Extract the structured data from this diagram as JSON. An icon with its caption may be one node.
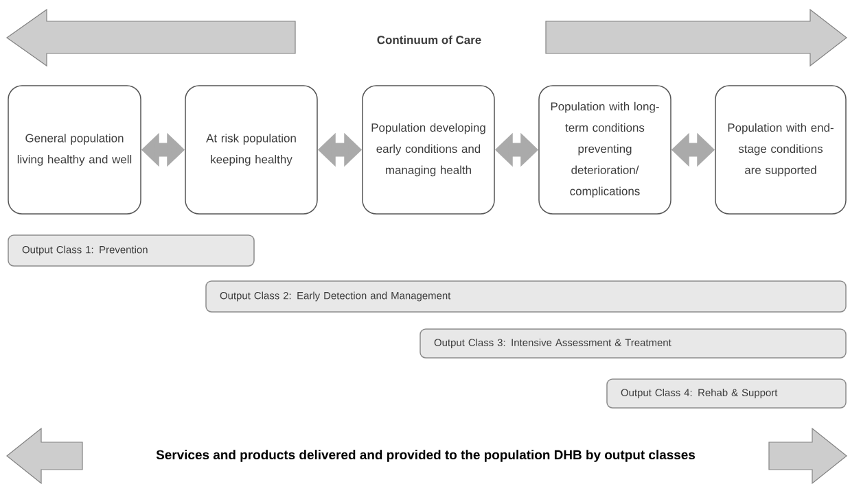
{
  "diagram": {
    "title": "Continuum of Care",
    "caption": "Services and products delivered and provided to the population DHB by output classes",
    "nodes": [
      {
        "text": [
          "General population living healthy and well"
        ]
      },
      {
        "text": [
          "At risk population keeping healthy"
        ]
      },
      {
        "text": [
          "Population developing early conditions and managing health"
        ]
      },
      {
        "text": [
          "Population with long-term conditions preventing deterioration/ complications"
        ]
      },
      {
        "text": [
          "Population with end-stage conditions are supported"
        ]
      },
      {
        "text": [
          "Output Class 1: Prevention"
        ]
      },
      {
        "text": [
          "Output Class 2: Early Detection and Management"
        ]
      },
      {
        "text": [
          "Output Class 3: Intensive Assessment & Treatment"
        ]
      },
      {
        "text": [
          "Output Class 4: Rehab & Support"
        ]
      }
    ],
    "edges": [
      {
        "from": 0,
        "to": 1,
        "arrow": "both"
      },
      {
        "from": 1,
        "to": 2,
        "arrow": "both"
      },
      {
        "from": 2,
        "to": 3,
        "arrow": "both"
      },
      {
        "from": 3,
        "to": 4,
        "arrow": "both"
      }
    ]
  }
}
